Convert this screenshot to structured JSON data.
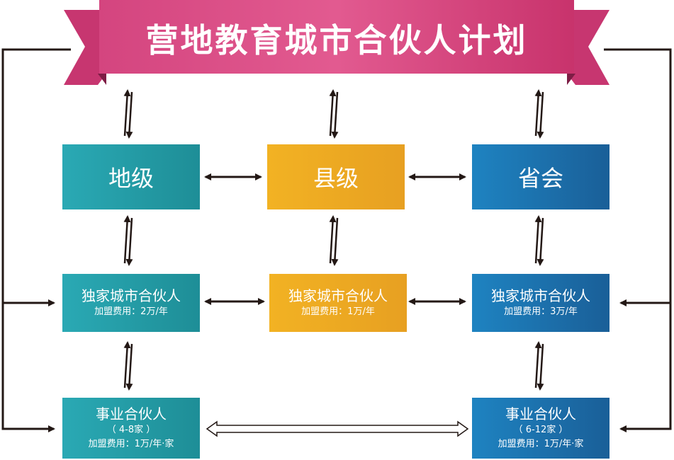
{
  "title": "营地教育城市合伙人计划",
  "levels": {
    "prefecture": "地级",
    "county": "县级",
    "province": "省会"
  },
  "exclusive": {
    "prefecture": {
      "name": "独家城市合伙人",
      "fee": "加盟费用：2万/年"
    },
    "county": {
      "name": "独家城市合伙人",
      "fee": "加盟费用：1万/年"
    },
    "province": {
      "name": "独家城市合伙人",
      "fee": "加盟费用：3万/年"
    }
  },
  "business": {
    "prefecture": {
      "name": "事业合伙人",
      "count": "（ 4-8家 ）",
      "fee": "加盟费用：1万/年·家"
    },
    "province": {
      "name": "事业合伙人",
      "count": "（ 6-12家 ）",
      "fee": "加盟费用：1万/年·家"
    }
  },
  "colors": {
    "banner": "#d23e78",
    "teal": "#2aa9b4",
    "orange": "#f2b223",
    "blue": "#1e6fad",
    "line": "#231815"
  }
}
